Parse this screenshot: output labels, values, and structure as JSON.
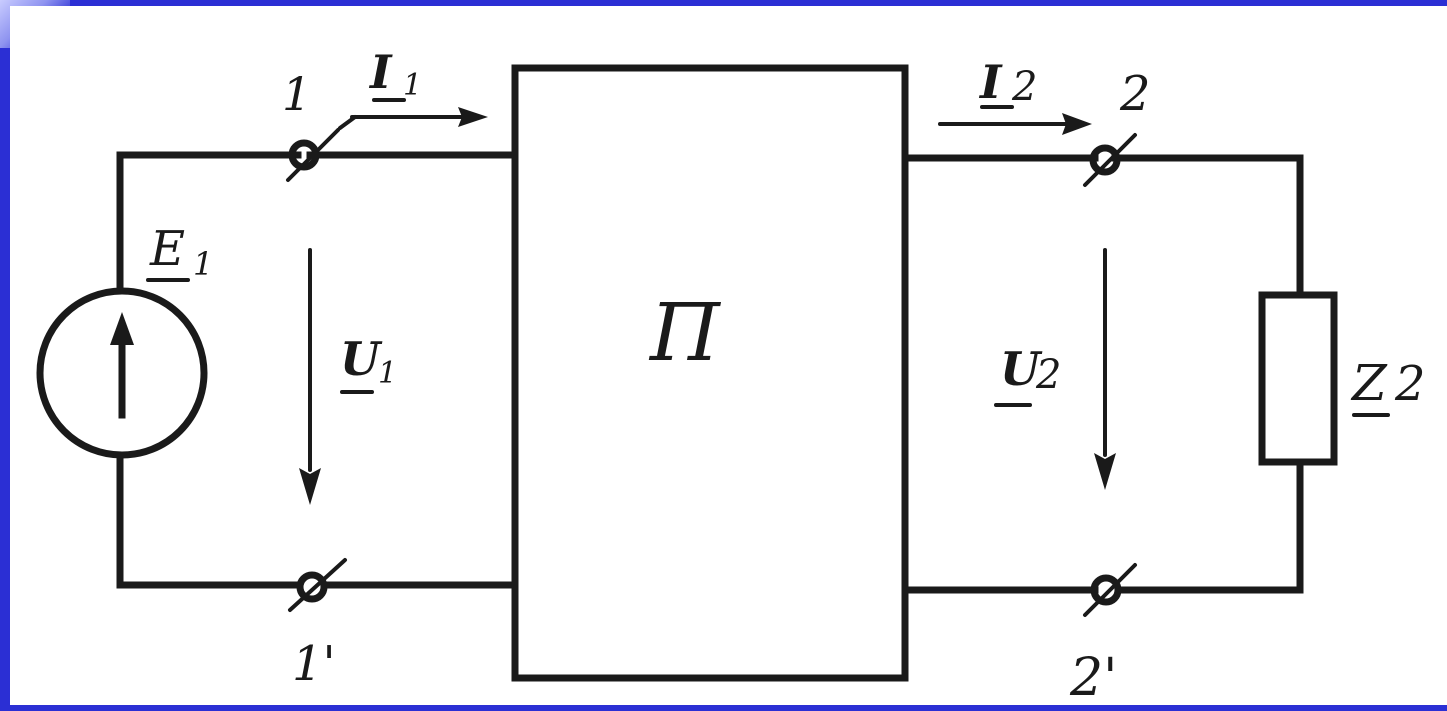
{
  "diagram": {
    "two_port_label": "П",
    "source_label": {
      "main": "E",
      "sub": "1"
    },
    "load_label": {
      "main": "Z",
      "sub": "2"
    },
    "current_in_label": {
      "main": "I",
      "sub": "1"
    },
    "current_out_label": {
      "main": "I",
      "sub": "2"
    },
    "voltage_in_label": {
      "main": "U",
      "sub": "1"
    },
    "voltage_out_label": {
      "main": "U",
      "sub": "2"
    },
    "terminals": {
      "t1": "1",
      "t1p": "1'",
      "t2": "2",
      "t2p": "2'"
    }
  },
  "colors": {
    "frame": "#2b2fd4",
    "background": "#ffffff",
    "ink": "#1a1a1a"
  }
}
